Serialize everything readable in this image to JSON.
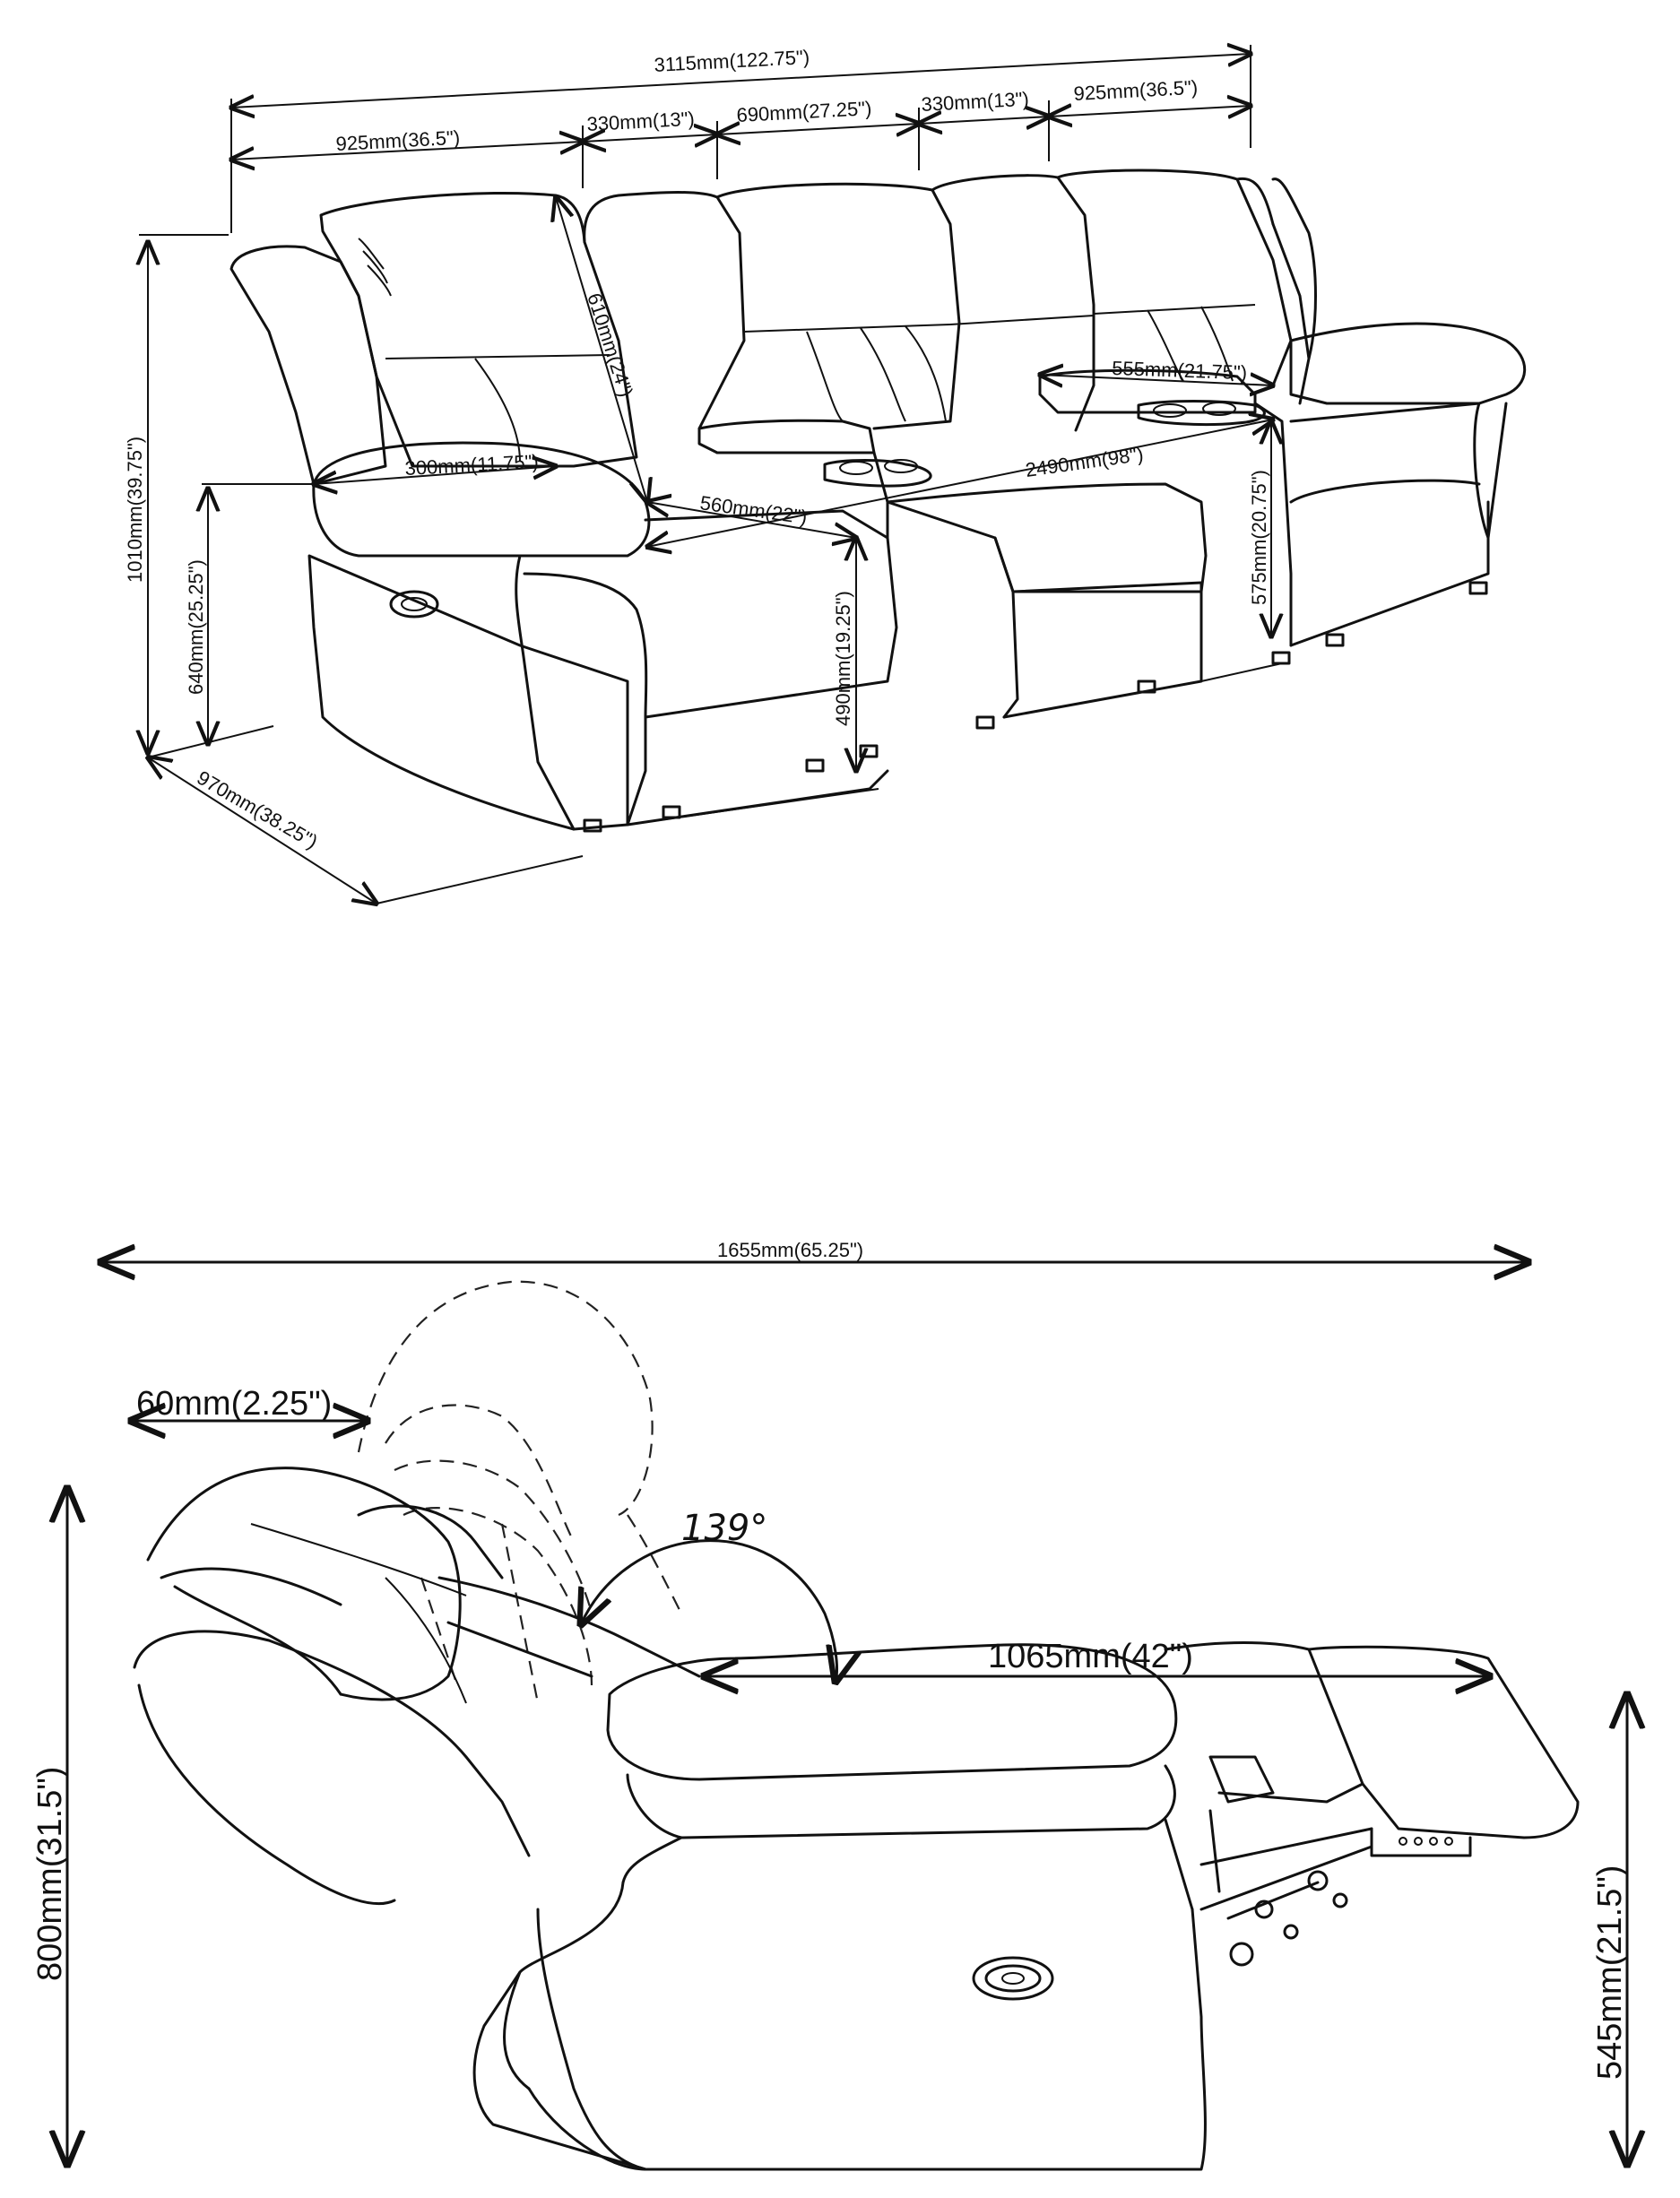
{
  "top_view": {
    "dims": {
      "overall_width": "3115mm(122.75\")",
      "seat_section_left": "925mm(36.5\")",
      "console_left": "330mm(13\")",
      "middle_seat": "690mm(27.25\")",
      "console_right": "330mm(13\")",
      "seat_section_right": "925mm(36.5\")",
      "overall_height": "1010mm(39.75\")",
      "arm_height": "640mm(25.25\")",
      "depth": "970mm(38.25\")",
      "arm_width": "300mm(11.75\")",
      "back_height": "610mm(24\")",
      "seat_depth": "560mm(22\")",
      "seat_height": "490mm(19.25\")",
      "inner_width": "2490mm(98\")",
      "console_length": "555mm(21.75\")",
      "console_height": "575mm(20.75\")"
    }
  },
  "side_view": {
    "dims": {
      "reclined_length": "1655mm(65.25\")",
      "wall_clearance": "60mm(2.25\")",
      "recline_angle": "139°",
      "seat_to_footrest": "1065mm(42\")",
      "height": "800mm(31.5\")",
      "footrest_height": "545mm(21.5\")"
    }
  }
}
